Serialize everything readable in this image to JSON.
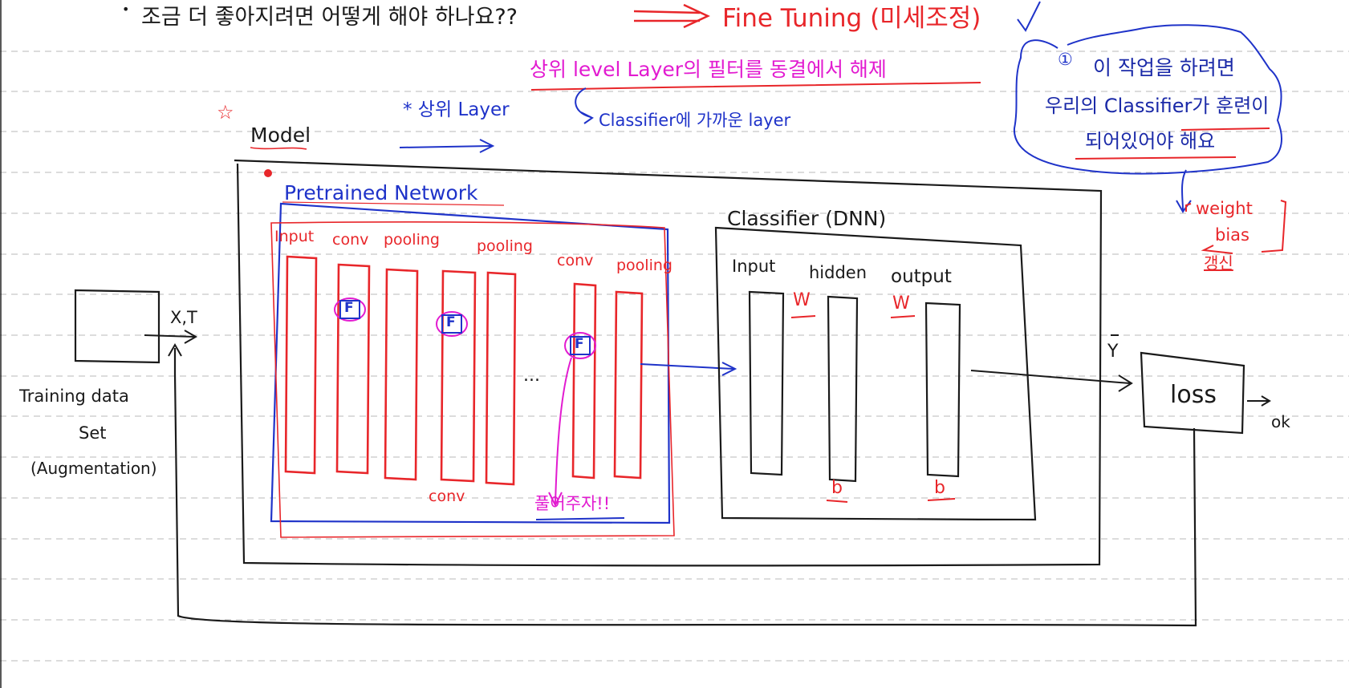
{
  "notes": {
    "question": "조금 더 좋아지려면 어떻게 해야 하나요??",
    "fine_tuning": "Fine Tuning (미세조정)",
    "upper_level_note": "상위 level Layer의 필터를 동결에서 해제",
    "upper_layer": "* 상위 Layer",
    "classifier_near_layer": "Classifier에 가까운 layer",
    "condition_1": "이 작업을 하려면",
    "condition_2": "우리의 Classifier가 훈련이",
    "condition_3": "되어있어야 해요",
    "condition_num": "①",
    "weight": "weight",
    "bias": "bias",
    "weight_bias_note": "갱신",
    "unfreeze": "풀어주자!!",
    "model_label": "Model",
    "star": "☆"
  },
  "data_side": {
    "xt_label": "X,T",
    "training_line1": "Training data",
    "training_line2": "Set",
    "training_line3": "(Augmentation)"
  },
  "pretrained": {
    "title": "Pretrained Network",
    "labels": [
      "Input",
      "conv",
      "pooling",
      "pooling",
      "conv",
      "pooling"
    ],
    "bottom_conv": "conv",
    "ellipsis": "...",
    "filter": "F"
  },
  "classifier": {
    "title": "Classifier (DNN)",
    "labels": [
      "Input",
      "hidden",
      "output"
    ],
    "w": "W",
    "b": "b"
  },
  "loss": {
    "y_label": "Y",
    "label": "loss",
    "ok": "ok"
  }
}
